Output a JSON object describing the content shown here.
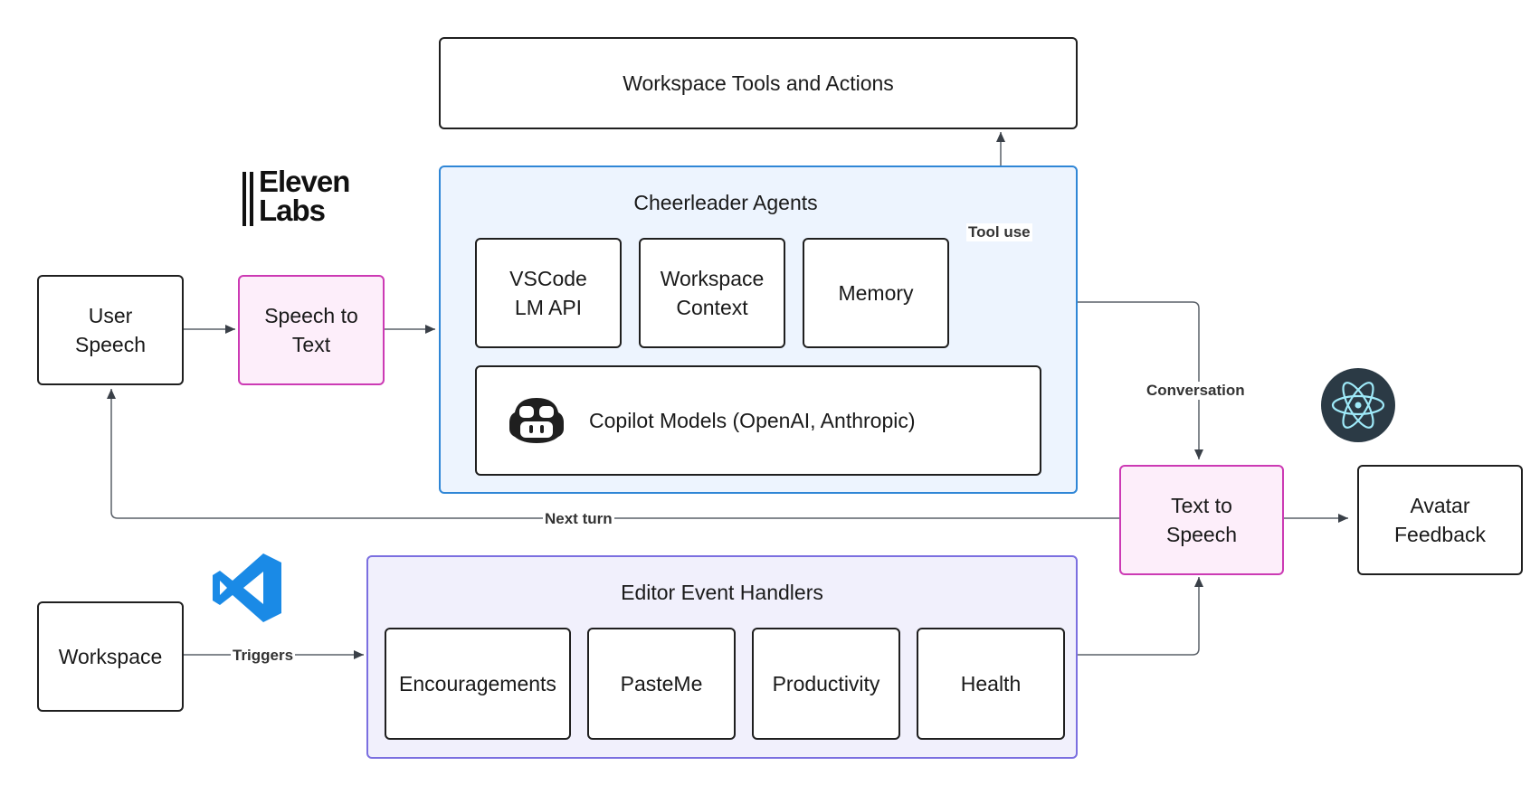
{
  "nodes": {
    "workspace_tools": "Workspace Tools and Actions",
    "user_speech": "User\nSpeech",
    "speech_to_text": "Speech to\nText",
    "vscode_lm_api": "VSCode\nLM API",
    "workspace_context": "Workspace\nContext",
    "memory": "Memory",
    "copilot_models": "Copilot Models (OpenAI, Anthropic)",
    "text_to_speech": "Text to\nSpeech",
    "avatar_feedback": "Avatar\nFeedback",
    "workspace": "Workspace",
    "encouragements": "Encouragements",
    "pasteme": "PasteMe",
    "productivity": "Productivity",
    "health": "Health"
  },
  "groups": {
    "cheerleader": "Cheerleader Agents",
    "editor": "Editor Event Handlers"
  },
  "edges": {
    "tool_use": "Tool use",
    "conversation": "Conversation",
    "next_turn": "Next turn",
    "triggers": "Triggers"
  },
  "logos": {
    "elevenlabs": [
      "Eleven",
      "Labs"
    ],
    "copilot": "github-copilot-icon",
    "vscode": "vscode-icon",
    "electron": "electron-icon"
  },
  "colors": {
    "pink_border": "#cc3ab4",
    "pink_fill": "#fdeefa",
    "blue_border": "#2f86d6",
    "blue_fill": "#edf4fe",
    "purple_border": "#7b6fe0",
    "purple_fill": "#f1f0fc",
    "vscode_blue": "#1a8ae6",
    "electron_bg": "#2b3a45",
    "electron_ring": "#9feaf9"
  }
}
